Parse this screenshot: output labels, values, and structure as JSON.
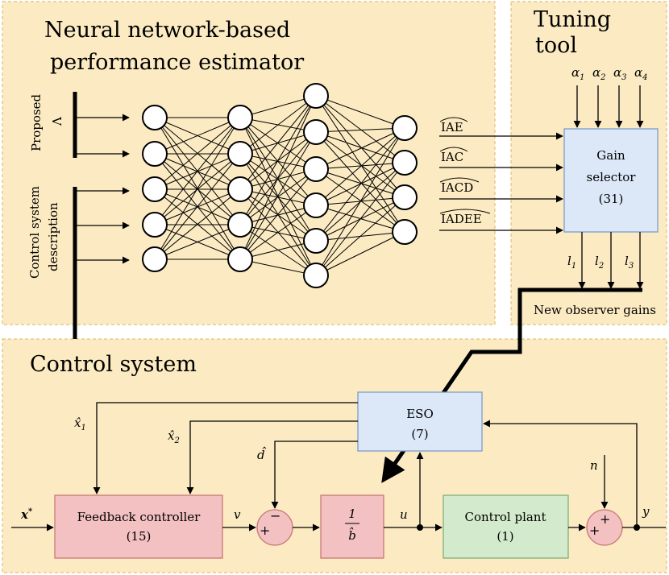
{
  "panels": {
    "estimator_title_line1": "Neural network-based",
    "estimator_title_line2": "performance estimator",
    "tuning_title_line1": "Tuning",
    "tuning_title_line2": "tool",
    "control_title": "Control system"
  },
  "inputs": {
    "proposed": "Proposed",
    "lambda": "Λ",
    "control_desc_line1": "Control system",
    "control_desc_line2": "description"
  },
  "outputs": [
    "IAE",
    "IAC",
    "IACD",
    "IADEE"
  ],
  "alphas": [
    {
      "base": "α",
      "sub": "1"
    },
    {
      "base": "α",
      "sub": "2"
    },
    {
      "base": "α",
      "sub": "3"
    },
    {
      "base": "α",
      "sub": "4"
    }
  ],
  "gain_selector": {
    "line1": "Gain",
    "line2": "selector",
    "line3": "(31)"
  },
  "gains": [
    {
      "base": "l",
      "sub": "1"
    },
    {
      "base": "l",
      "sub": "2"
    },
    {
      "base": "l",
      "sub": "3"
    }
  ],
  "new_observer_gains": "New observer gains",
  "eso": {
    "line1": "ESO",
    "line2": "(7)"
  },
  "feedback": {
    "line1": "Feedback controller",
    "line2": "(15)"
  },
  "plant": {
    "line1": "Control plant",
    "line2": "(1)"
  },
  "gain_block": {
    "numerator": "1",
    "denominator": "b̂"
  },
  "signals": {
    "xstar": "x",
    "xstar_sup": "*",
    "v": "v",
    "u": "u",
    "y": "y",
    "n": "n",
    "dhat": "d̂",
    "x1hat": "x̂",
    "x1hat_sub": "1",
    "x2hat": "x̂",
    "x2hat_sub": "2"
  },
  "sum1": {
    "plus": "+",
    "minus": "−"
  },
  "sum2": {
    "plus_left": "+",
    "plus_top": "+"
  },
  "colors": {
    "panel_fill": "#fcebc2",
    "panel_border": "#e0c27a",
    "blue_fill": "#dce8f8",
    "blue_border": "#7c9cc8",
    "red_fill": "#f3c1c1",
    "red_border": "#c87878",
    "green_fill": "#d3ebcc",
    "green_border": "#7fb07a"
  }
}
